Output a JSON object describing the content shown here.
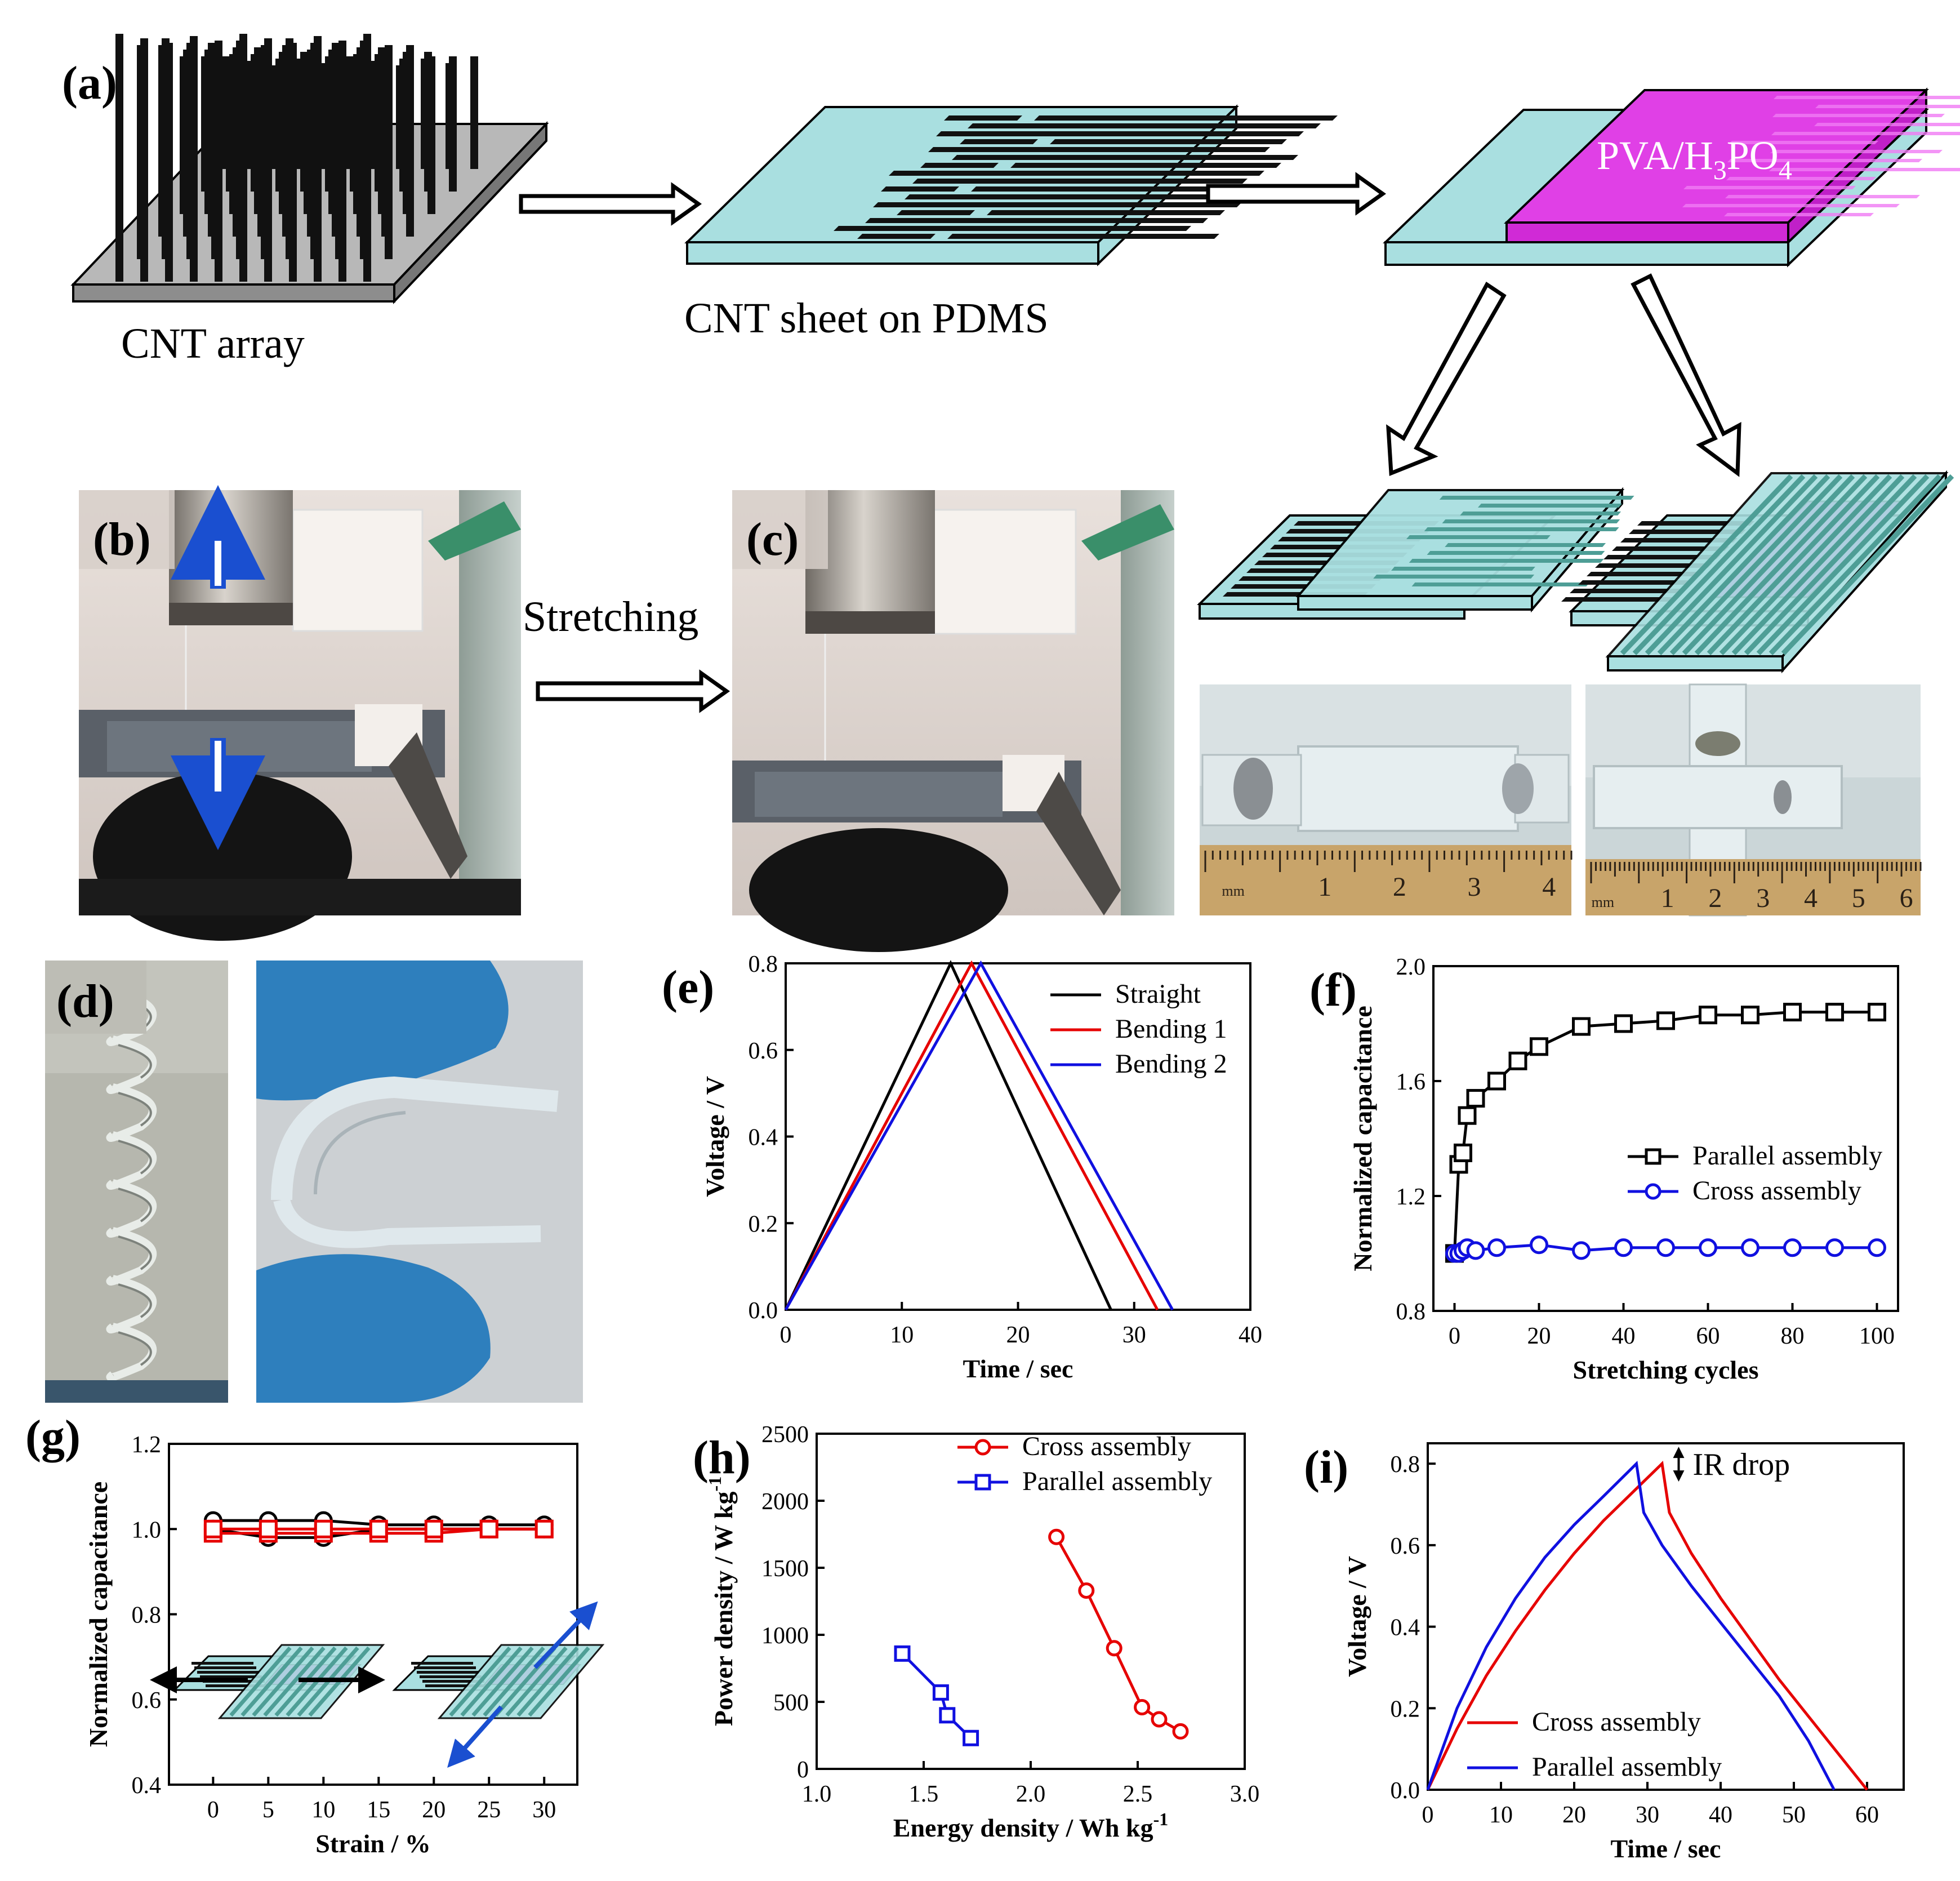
{
  "panels": {
    "a": {
      "label": "(a)",
      "captions": [
        "CNT array",
        "CNT sheet on PDMS"
      ],
      "electrolyte_label": "PVA/H",
      "electrolyte_sub1": "3",
      "electrolyte_mid": "PO",
      "electrolyte_sub2": "4"
    },
    "b": {
      "label": "(b)"
    },
    "c": {
      "label": "(c)"
    },
    "stretch_label": "Stretching",
    "d": {
      "label": "(d)"
    },
    "ruler1_ticks": [
      "mm",
      "1",
      "2",
      "3",
      "4"
    ],
    "ruler2_ticks": [
      "mm",
      "1",
      "2",
      "3",
      "4",
      "5",
      "6"
    ]
  },
  "colors": {
    "pdms": "#a9dfe0",
    "cnt": "#111111",
    "electrolyte": "#e040e6",
    "cross_sheet": "#4e9e96",
    "black": "#000000",
    "red": "#e60000",
    "blue": "#1010e0"
  },
  "chart_data": [
    {
      "id": "e",
      "label": "(e)",
      "type": "line",
      "xlabel": "Time / sec",
      "ylabel": "Voltage / V",
      "xlim": [
        0,
        40
      ],
      "ylim": [
        0,
        0.8
      ],
      "xticks": [
        0,
        10,
        20,
        30,
        40
      ],
      "yticks": [
        0.0,
        0.2,
        0.4,
        0.6,
        0.8
      ],
      "xticklabels": [
        "0",
        "10",
        "20",
        "30",
        "40"
      ],
      "yticklabels": [
        "0.0",
        "0.2",
        "0.4",
        "0.6",
        "0.8"
      ],
      "series": [
        {
          "name": "Straight",
          "color": "#000000",
          "x": [
            0,
            14.2,
            28.0
          ],
          "y": [
            0,
            0.8,
            0
          ]
        },
        {
          "name": "Bending 1",
          "color": "#e60000",
          "x": [
            0,
            16.0,
            32.0
          ],
          "y": [
            0,
            0.8,
            0
          ]
        },
        {
          "name": "Bending 2",
          "color": "#1010e0",
          "x": [
            0,
            16.8,
            33.3
          ],
          "y": [
            0,
            0.8,
            0
          ]
        }
      ]
    },
    {
      "id": "f",
      "label": "(f)",
      "type": "line",
      "xlabel": "Stretching cycles",
      "ylabel": "Normalized capacitance",
      "xlim": [
        -5,
        105
      ],
      "ylim": [
        0.8,
        2.0
      ],
      "xticks": [
        0,
        20,
        40,
        60,
        80,
        100
      ],
      "yticks": [
        0.8,
        1.2,
        1.6,
        2.0
      ],
      "xticklabels": [
        "0",
        "20",
        "40",
        "60",
        "80",
        "100"
      ],
      "yticklabels": [
        "0.8",
        "1.2",
        "1.6",
        "2.0"
      ],
      "series": [
        {
          "name": "Parallel assembly",
          "color": "#000000",
          "marker": "square",
          "x": [
            0,
            1,
            2,
            3,
            5,
            10,
            15,
            20,
            30,
            40,
            50,
            60,
            70,
            80,
            90,
            100
          ],
          "y": [
            1.0,
            1.31,
            1.35,
            1.48,
            1.54,
            1.6,
            1.67,
            1.72,
            1.79,
            1.8,
            1.81,
            1.83,
            1.83,
            1.84,
            1.84,
            1.84
          ]
        },
        {
          "name": "Cross assembly",
          "color": "#1010e0",
          "marker": "circle",
          "x": [
            0,
            1,
            2,
            3,
            5,
            10,
            20,
            30,
            40,
            50,
            60,
            70,
            80,
            90,
            100
          ],
          "y": [
            1.0,
            1.0,
            1.01,
            1.02,
            1.01,
            1.02,
            1.03,
            1.01,
            1.02,
            1.02,
            1.02,
            1.02,
            1.02,
            1.02,
            1.02
          ]
        }
      ]
    },
    {
      "id": "g",
      "label": "(g)",
      "type": "line",
      "xlabel": "Strain / %",
      "ylabel": "Normalized capacitance",
      "xlim": [
        -4,
        33
      ],
      "ylim": [
        0.4,
        1.2
      ],
      "xticks": [
        0,
        5,
        10,
        15,
        20,
        25,
        30
      ],
      "yticks": [
        0.4,
        0.6,
        0.8,
        1.0,
        1.2
      ],
      "xticklabels": [
        "0",
        "5",
        "10",
        "15",
        "20",
        "25",
        "30"
      ],
      "yticklabels": [
        "0.4",
        "0.6",
        "0.8",
        "1.0",
        "1.2"
      ],
      "series": [
        {
          "color": "#000000",
          "marker": "circle",
          "x": [
            0,
            5,
            10,
            15,
            20,
            25,
            30
          ],
          "y": [
            1.02,
            1.02,
            1.02,
            1.01,
            1.01,
            1.01,
            1.01
          ]
        },
        {
          "color": "#000000",
          "marker": "circle",
          "x": [
            0,
            5,
            10,
            15,
            20,
            25,
            30
          ],
          "y": [
            1.0,
            0.98,
            0.98,
            1.0,
            1.0,
            1.0,
            1.0
          ]
        },
        {
          "color": "#e60000",
          "marker": "square",
          "x": [
            0,
            5,
            10,
            15,
            20,
            25,
            30
          ],
          "y": [
            0.99,
            0.99,
            0.99,
            0.99,
            0.99,
            1.0,
            1.0
          ]
        },
        {
          "color": "#e60000",
          "marker": "square",
          "x": [
            0,
            5,
            10,
            15,
            20,
            25,
            30
          ],
          "y": [
            1.0,
            1.0,
            1.0,
            1.0,
            1.0,
            1.0,
            1.0
          ]
        }
      ]
    },
    {
      "id": "h",
      "label": "(h)",
      "type": "line",
      "xlabel": "Energy density / Wh kg",
      "xlabel_sup": "-1",
      "ylabel": "Power density / W kg",
      "ylabel_sup": "-1",
      "xlim": [
        1.0,
        3.0
      ],
      "ylim": [
        0,
        2500
      ],
      "xticks": [
        1.0,
        1.5,
        2.0,
        2.5,
        3.0
      ],
      "yticks": [
        0,
        500,
        1000,
        1500,
        2000,
        2500
      ],
      "xticklabels": [
        "1.0",
        "1.5",
        "2.0",
        "2.5",
        "3.0"
      ],
      "yticklabels": [
        "0",
        "500",
        "1000",
        "1500",
        "2000",
        "2500"
      ],
      "series": [
        {
          "name": "Cross assembly",
          "color": "#e60000",
          "marker": "circle",
          "x": [
            2.12,
            2.26,
            2.39,
            2.52,
            2.6,
            2.7
          ],
          "y": [
            1730,
            1330,
            900,
            460,
            370,
            280
          ]
        },
        {
          "name": "Parallel assembly",
          "color": "#1010e0",
          "marker": "square",
          "x": [
            1.4,
            1.58,
            1.61,
            1.72
          ],
          "y": [
            860,
            570,
            400,
            230
          ]
        }
      ]
    },
    {
      "id": "i",
      "label": "(i)",
      "type": "line",
      "xlabel": "Time / sec",
      "ylabel": "Voltage / V",
      "xlim": [
        0,
        65
      ],
      "ylim": [
        0,
        0.85
      ],
      "xticks": [
        0,
        10,
        20,
        30,
        40,
        50,
        60
      ],
      "yticks": [
        0.0,
        0.2,
        0.4,
        0.6,
        0.8
      ],
      "xticklabels": [
        "0",
        "10",
        "20",
        "30",
        "40",
        "50",
        "60"
      ],
      "yticklabels": [
        "0.0",
        "0.2",
        "0.4",
        "0.6",
        "0.8"
      ],
      "annotation": "IR drop",
      "series": [
        {
          "name": "Cross assembly",
          "color": "#e60000",
          "x": [
            0,
            4,
            8,
            12,
            16,
            20,
            24,
            28,
            32,
            33,
            36,
            40,
            44,
            48,
            52,
            56,
            60
          ],
          "y": [
            0,
            0.15,
            0.28,
            0.39,
            0.49,
            0.58,
            0.66,
            0.73,
            0.8,
            0.68,
            0.58,
            0.47,
            0.37,
            0.27,
            0.18,
            0.09,
            0
          ]
        },
        {
          "name": "Parallel assembly",
          "color": "#1010e0",
          "x": [
            0,
            4,
            8,
            12,
            16,
            20,
            24,
            28.5,
            29.5,
            32,
            36,
            40,
            44,
            48,
            52,
            55.5
          ],
          "y": [
            0,
            0.2,
            0.35,
            0.47,
            0.57,
            0.65,
            0.72,
            0.8,
            0.68,
            0.6,
            0.5,
            0.41,
            0.32,
            0.23,
            0.12,
            0
          ]
        }
      ]
    }
  ]
}
